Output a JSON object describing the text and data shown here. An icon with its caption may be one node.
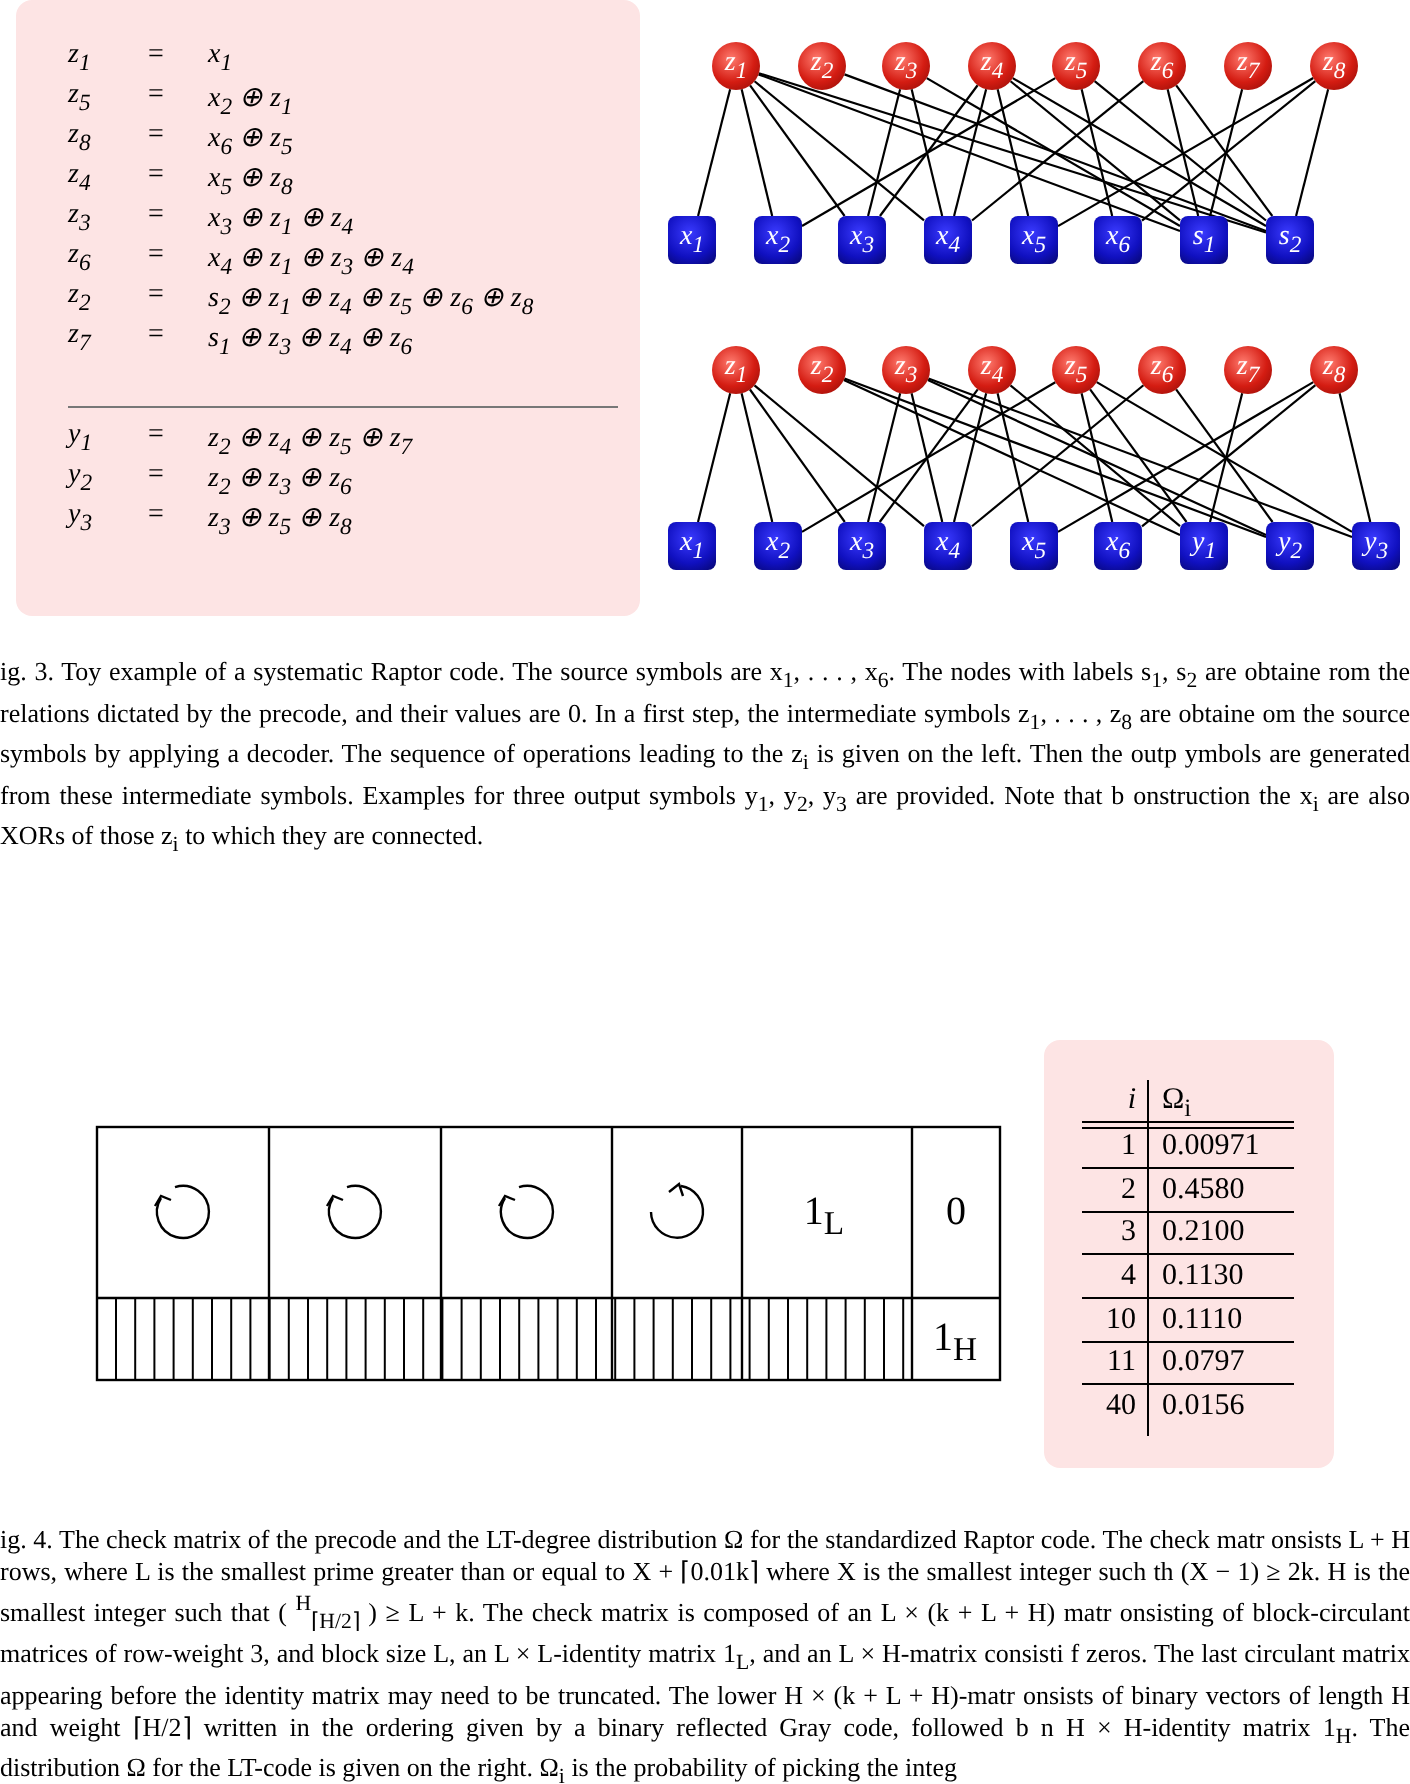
{
  "diagram": {
    "nodes": [
      {
        "text": [
          "z$_{1}$ = x$_{1}$",
          "z$_{5}$ = x$_{2}$ ⊕ z$_{1}$",
          "z$_{8}$ = x$_{6}$ ⊕ z$_{5}$",
          "z$_{4}$ = x$_{5}$ ⊕ z$_{8}$",
          "z$_{3}$ = x$_{3}$ ⊕ z$_{1}$ ⊕ z$_{4}$",
          "z$_{6}$ = x$_{4}$ ⊕ z$_{1}$ ⊕ z$_{3}$ ⊕ z$_{4}$",
          "z$_{2}$ = s$_{2}$ ⊕ z$_{1}$ ⊕ z$_{4}$ ⊕ z$_{5}$ ⊕ z$_{6}$ ⊕ z$_{8}$",
          "z$_{7}$ = s$_{1}$ ⊕ z$_{3}$ ⊕ z$_{4}$ ⊕ z$_{6}$",
          "y$_{1}$ = z$_{2}$ ⊕ z$_{4}$ ⊕ z$_{5}$ ⊕ z$_{7}$",
          "y$_{2}$ = z$_{2}$ ⊕ z$_{3}$ ⊕ z$_{6}$",
          "y$_{3}$ = z$_{3}$ ⊕ z$_{5}$ ⊕ z$_{8}$"
        ]
      },
      {
        "text": [
          "z$_{1}$"
        ]
      },
      {
        "text": [
          "z$_{2}$"
        ]
      },
      {
        "text": [
          "z$_{3}$"
        ]
      },
      {
        "text": [
          "z$_{4}$"
        ]
      },
      {
        "text": [
          "z$_{5}$"
        ]
      },
      {
        "text": [
          "z$_{6}$"
        ]
      },
      {
        "text": [
          "z$_{7}$"
        ]
      },
      {
        "text": [
          "z$_{8}$"
        ]
      },
      {
        "text": [
          "x$_{1}$"
        ]
      },
      {
        "text": [
          "x$_{2}$"
        ]
      },
      {
        "text": [
          "x$_{3}$"
        ]
      },
      {
        "text": [
          "x$_{4}$"
        ]
      },
      {
        "text": [
          "x$_{5}$"
        ]
      },
      {
        "text": [
          "x$_{6}$"
        ]
      },
      {
        "text": [
          "s$_{1}$"
        ]
      },
      {
        "text": [
          "s$_{2}$"
        ]
      },
      {
        "text": [
          "z$_{1}$"
        ]
      },
      {
        "text": [
          "z$_{2}$"
        ]
      },
      {
        "text": [
          "z$_{3}$"
        ]
      },
      {
        "text": [
          "z$_{4}$"
        ]
      },
      {
        "text": [
          "z$_{5}$"
        ]
      },
      {
        "text": [
          "z$_{6}$"
        ]
      },
      {
        "text": [
          "z$_{7}$"
        ]
      },
      {
        "text": [
          "z$_{8}$"
        ]
      },
      {
        "text": [
          "x$_{1}$"
        ]
      },
      {
        "text": [
          "x$_{2}$"
        ]
      },
      {
        "text": [
          "x$_{3}$"
        ]
      },
      {
        "text": [
          "x$_{4}$"
        ]
      },
      {
        "text": [
          "x$_{5}$"
        ]
      },
      {
        "text": [
          "x$_{6}$"
        ]
      },
      {
        "text": [
          "y$_{1}$"
        ]
      },
      {
        "text": [
          "y$_{2}$"
        ]
      },
      {
        "text": [
          "y$_{3}$"
        ]
      }
    ],
    "edges": [
      {
        "from": 1,
        "to": 9,
        "arrow": "none"
      },
      {
        "from": 1,
        "to": 10,
        "arrow": "none"
      },
      {
        "from": 5,
        "to": 10,
        "arrow": "none"
      },
      {
        "from": 1,
        "to": 11,
        "arrow": "none"
      },
      {
        "from": 3,
        "to": 11,
        "arrow": "none"
      },
      {
        "from": 4,
        "to": 11,
        "arrow": "none"
      },
      {
        "from": 1,
        "to": 12,
        "arrow": "none"
      },
      {
        "from": 3,
        "to": 12,
        "arrow": "none"
      },
      {
        "from": 4,
        "to": 12,
        "arrow": "none"
      },
      {
        "from": 6,
        "to": 12,
        "arrow": "none"
      },
      {
        "from": 4,
        "to": 13,
        "arrow": "none"
      },
      {
        "from": 8,
        "to": 13,
        "arrow": "none"
      },
      {
        "from": 5,
        "to": 14,
        "arrow": "none"
      },
      {
        "from": 8,
        "to": 14,
        "arrow": "none"
      },
      {
        "from": 1,
        "to": 15,
        "arrow": "none"
      },
      {
        "from": 3,
        "to": 15,
        "arrow": "none"
      },
      {
        "from": 4,
        "to": 15,
        "arrow": "none"
      },
      {
        "from": 6,
        "to": 15,
        "arrow": "none"
      },
      {
        "from": 7,
        "to": 15,
        "arrow": "none"
      },
      {
        "from": 1,
        "to": 16,
        "arrow": "none"
      },
      {
        "from": 2,
        "to": 16,
        "arrow": "none"
      },
      {
        "from": 4,
        "to": 16,
        "arrow": "none"
      },
      {
        "from": 5,
        "to": 16,
        "arrow": "none"
      },
      {
        "from": 6,
        "to": 16,
        "arrow": "none"
      },
      {
        "from": 8,
        "to": 16,
        "arrow": "none"
      },
      {
        "from": 17,
        "to": 25,
        "arrow": "none"
      },
      {
        "from": 17,
        "to": 26,
        "arrow": "none"
      },
      {
        "from": 21,
        "to": 26,
        "arrow": "none"
      },
      {
        "from": 17,
        "to": 27,
        "arrow": "none"
      },
      {
        "from": 19,
        "to": 27,
        "arrow": "none"
      },
      {
        "from": 20,
        "to": 27,
        "arrow": "none"
      },
      {
        "from": 17,
        "to": 28,
        "arrow": "none"
      },
      {
        "from": 19,
        "to": 28,
        "arrow": "none"
      },
      {
        "from": 20,
        "to": 28,
        "arrow": "none"
      },
      {
        "from": 22,
        "to": 28,
        "arrow": "none"
      },
      {
        "from": 20,
        "to": 29,
        "arrow": "none"
      },
      {
        "from": 24,
        "to": 29,
        "arrow": "none"
      },
      {
        "from": 21,
        "to": 30,
        "arrow": "none"
      },
      {
        "from": 24,
        "to": 30,
        "arrow": "none"
      },
      {
        "from": 18,
        "to": 31,
        "arrow": "none"
      },
      {
        "from": 20,
        "to": 31,
        "arrow": "none"
      },
      {
        "from": 21,
        "to": 31,
        "arrow": "none"
      },
      {
        "from": 23,
        "to": 31,
        "arrow": "none"
      },
      {
        "from": 18,
        "to": 32,
        "arrow": "none"
      },
      {
        "from": 19,
        "to": 32,
        "arrow": "none"
      },
      {
        "from": 22,
        "to": 32,
        "arrow": "none"
      },
      {
        "from": 19,
        "to": 33,
        "arrow": "none"
      },
      {
        "from": 21,
        "to": 33,
        "arrow": "none"
      },
      {
        "from": 24,
        "to": 33,
        "arrow": "none"
      }
    ],
    "labels": [
      "ig. 3. Toy example of a systematic Raptor code. The source symbols are x$_{1}$, . . . , x$_{6}$. The nodes with labels s$_{1}$, s$_{2}$ are obtaine rom the relations dictated by the precode, and their values are 0. In a first step, the intermediate symbols z$_{1}$, . . . , z$_{8}$ are obtaine om the source symbols by applying a decoder. The sequence of operations leading to the z$_{i}$ is given on the left. Then the outp ymbols are generated from these intermediate symbols. Examples for three output symbols y$_{1}$, y$_{2}$, y$_{3}$ are provided. Note that b onstruction the x$_{i}$ are also XORs of those z$_{i}$ to which they are connected.",
      "1$_{L}$",
      "0",
      "1$_{H}$",
      "i",
      "Ω$_{i}$",
      "1",
      "0.00971",
      "2",
      "0.4580",
      "3",
      "0.2100",
      "4",
      "0.1130",
      "10",
      "0.1110",
      "11",
      "0.0797",
      "40",
      "0.0156",
      "ig. 4. The check matrix of the precode and the LT-degree distribution Ω for the standardized Raptor code. The check matr onsists L + H rows, where L is the smallest prime greater than or equal to X + ⌈0.01k⌉ where X is the smallest integer such th (X − 1) ≥ 2k. H is the smallest integer such that ( $^{H}$$_{⌈H/2⌉}$ ) ≥ L + k. The check matrix is composed of an L × (k + L + H) matr onsisting of block-circulant matrices of row-weight 3, and block size L, an L × L-identity matrix 1$_{L}$, and an L × H-matrix consisti f zeros. The last circulant matrix appearing before the identity matrix may need to be truncated. The lower H × (k + L + H)-matr onsists of binary vectors of length H and weight ⌈H/2⌉ written in the ordering given by a binary reflected Gray code, followed b n H × H-identity matrix 1$_{H}$. The distribution Ω for the LT-code is given on the right. Ω$_{i}$ is the probability of picking the integ"
    ]
  }
}
